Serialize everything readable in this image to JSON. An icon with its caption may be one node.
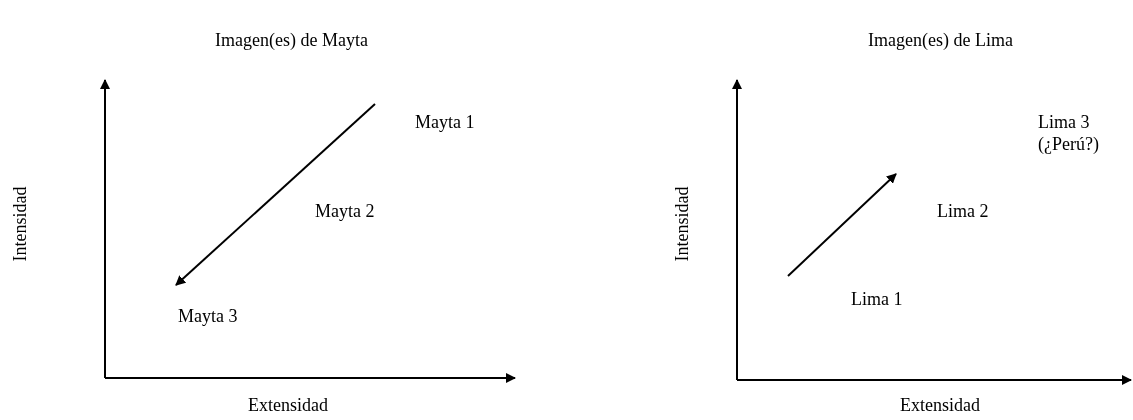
{
  "diagram": {
    "labels": [
      "Imagen(es) de Mayta",
      "Imagen(es) de Lima",
      "Mayta 1",
      "Lima 3 (¿Perú?)",
      "Mayta 2",
      "Lima 2",
      "Intensidad",
      "Intensidad",
      "Lima 1",
      "Mayta 3",
      "Extensidad",
      "Extensidad"
    ]
  }
}
